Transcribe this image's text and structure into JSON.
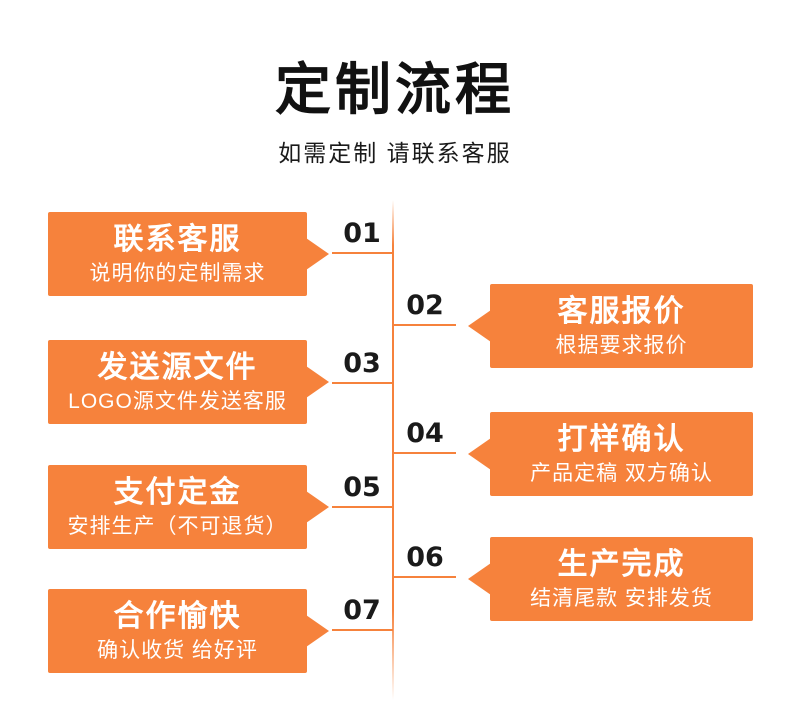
{
  "colors": {
    "accent": "#f6823c",
    "text_dark": "#1a1a1a",
    "box_text": "#ffffff",
    "background": "#ffffff"
  },
  "header": {
    "title": "定制流程",
    "subtitle": "如需定制 请联系客服"
  },
  "timeline": {
    "orientation": "vertical",
    "fade_ends": true
  },
  "steps": [
    {
      "number": "01",
      "side": "left",
      "title": "联系客服",
      "desc": "说明你的定制需求"
    },
    {
      "number": "02",
      "side": "right",
      "title": "客服报价",
      "desc": "根据要求报价"
    },
    {
      "number": "03",
      "side": "left",
      "title": "发送源文件",
      "desc": "LOGO源文件发送客服"
    },
    {
      "number": "04",
      "side": "right",
      "title": "打样确认",
      "desc": "产品定稿 双方确认"
    },
    {
      "number": "05",
      "side": "left",
      "title": "支付定金",
      "desc": "安排生产（不可退货）"
    },
    {
      "number": "06",
      "side": "right",
      "title": "生产完成",
      "desc": "结清尾款 安排发货"
    },
    {
      "number": "07",
      "side": "left",
      "title": "合作愉快",
      "desc": "确认收货 给好评"
    }
  ]
}
